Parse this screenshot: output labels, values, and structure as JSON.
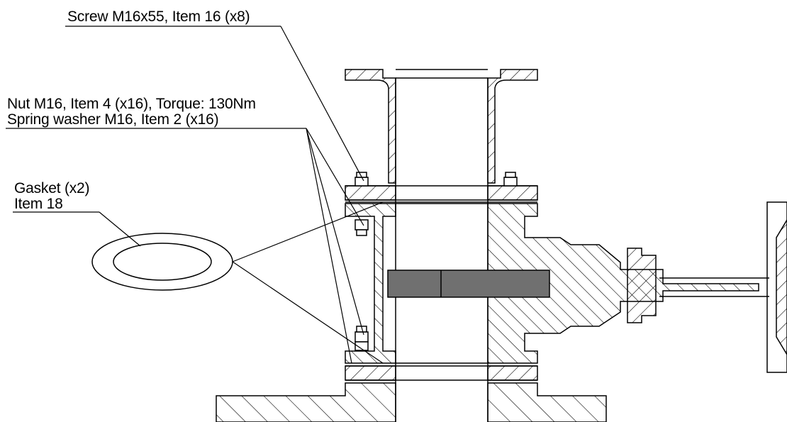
{
  "callouts": {
    "screw": "Screw M16x55, Item 16 (x8)",
    "nut": "Nut M16, Item 4 (x16), Torque: 130Nm",
    "washer": "Spring washer M16, Item 2 (x16)",
    "gasket_line1": "Gasket (x2)",
    "gasket_line2": "Item 18"
  },
  "colors": {
    "line": "#000000",
    "gate": "#707070"
  }
}
